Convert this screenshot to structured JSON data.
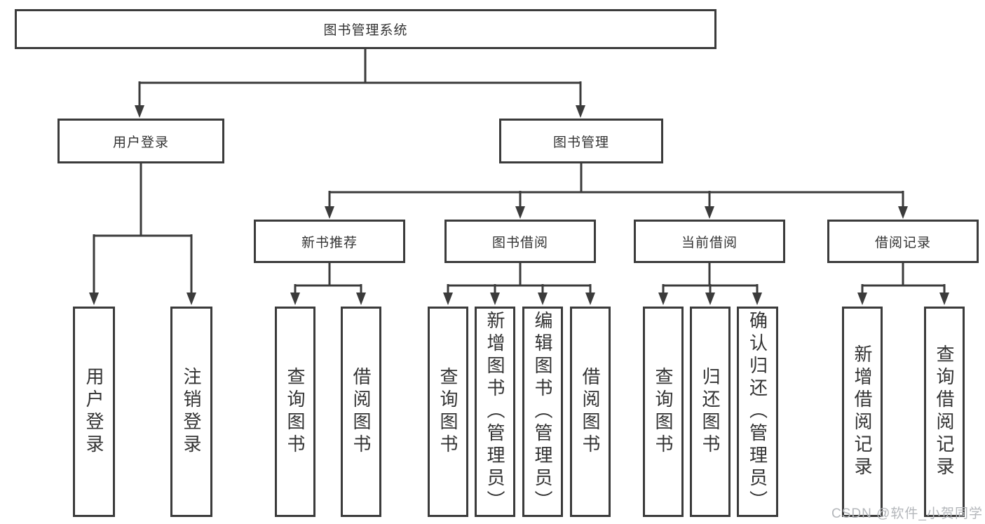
{
  "diagram": {
    "root": {
      "label": "图书管理系统"
    },
    "branches": {
      "user_login": {
        "label": "用户登录",
        "children": [
          "用户登录",
          "注销登录"
        ]
      },
      "book_mgmt": {
        "label": "图书管理"
      }
    },
    "modules": [
      {
        "label": "新书推荐",
        "children": [
          "查询图书",
          "借阅图书"
        ]
      },
      {
        "label": "图书借阅",
        "children": [
          "查询图书",
          "新增图书（管理员）",
          "编辑图书（管理员）",
          "借阅图书"
        ]
      },
      {
        "label": "当前借阅",
        "children": [
          "查询图书",
          "归还图书",
          "确认归还（管理员）"
        ]
      },
      {
        "label": "借阅记录",
        "children": [
          "新增借阅记录",
          "查询借阅记录"
        ]
      }
    ]
  },
  "watermark": {
    "text": "CSDN @软件_小贺同学"
  },
  "colors": {
    "line": "#3b3b3b",
    "box_border": "#3b3b3b",
    "text": "#333333",
    "watermark": "#b4b7bb",
    "background": "#ffffff"
  }
}
